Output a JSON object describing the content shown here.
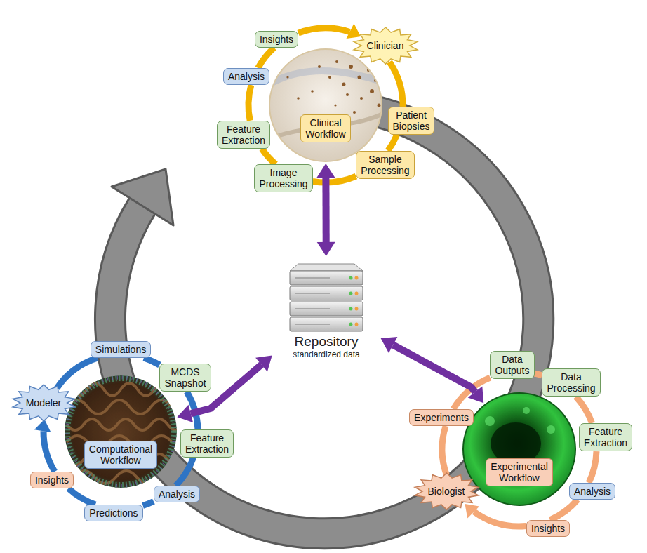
{
  "diagram": {
    "nodes": [
      {
        "text": [
          "Insights"
        ]
      },
      {
        "text": [
          "Clinician"
        ]
      },
      {
        "text": [
          "Analysis"
        ]
      },
      {
        "text": [
          "Patient Biopsies"
        ]
      },
      {
        "text": [
          "Feature Extraction"
        ]
      },
      {
        "text": [
          "Clinical Workflow"
        ]
      },
      {
        "text": [
          "Image Processing"
        ]
      },
      {
        "text": [
          "Sample Processing"
        ]
      },
      {
        "text": [
          "Repository",
          "standardized data"
        ]
      },
      {
        "text": [
          "Simulations"
        ]
      },
      {
        "text": [
          "Modeler"
        ]
      },
      {
        "text": [
          "MCDS Snapshot"
        ]
      },
      {
        "text": [
          "Feature Extraction"
        ]
      },
      {
        "text": [
          "Computational Workflow"
        ]
      },
      {
        "text": [
          "Insights"
        ]
      },
      {
        "text": [
          "Analysis"
        ]
      },
      {
        "text": [
          "Predictions"
        ]
      },
      {
        "text": [
          "Data Outputs"
        ]
      },
      {
        "text": [
          "Data Processing"
        ]
      },
      {
        "text": [
          "Experiments"
        ]
      },
      {
        "text": [
          "Feature Extraction"
        ]
      },
      {
        "text": [
          "Biologist"
        ]
      },
      {
        "text": [
          "Experimental Workflow"
        ]
      },
      {
        "text": [
          "Analysis"
        ]
      },
      {
        "text": [
          "Insights"
        ]
      }
    ],
    "edges": [
      {
        "from": 1,
        "to": 3,
        "arrow": "none"
      },
      {
        "from": 3,
        "to": 7,
        "arrow": "none"
      },
      {
        "from": 7,
        "to": 6,
        "arrow": "none"
      },
      {
        "from": 6,
        "to": 4,
        "arrow": "none"
      },
      {
        "from": 4,
        "to": 2,
        "arrow": "none"
      },
      {
        "from": 2,
        "to": 0,
        "arrow": "none"
      },
      {
        "from": 0,
        "to": 1,
        "arrow": "to"
      },
      {
        "from": 10,
        "to": 9,
        "arrow": "none"
      },
      {
        "from": 9,
        "to": 11,
        "arrow": "none"
      },
      {
        "from": 11,
        "to": 12,
        "arrow": "none"
      },
      {
        "from": 12,
        "to": 15,
        "arrow": "none"
      },
      {
        "from": 15,
        "to": 16,
        "arrow": "none"
      },
      {
        "from": 16,
        "to": 14,
        "arrow": "none"
      },
      {
        "from": 14,
        "to": 10,
        "arrow": "to"
      },
      {
        "from": 21,
        "to": 19,
        "arrow": "none"
      },
      {
        "from": 19,
        "to": 17,
        "arrow": "none"
      },
      {
        "from": 17,
        "to": 18,
        "arrow": "none"
      },
      {
        "from": 18,
        "to": 20,
        "arrow": "none"
      },
      {
        "from": 20,
        "to": 23,
        "arrow": "none"
      },
      {
        "from": 23,
        "to": 24,
        "arrow": "none"
      },
      {
        "from": 24,
        "to": 21,
        "arrow": "to"
      },
      {
        "from": 8,
        "to": 5,
        "arrow": "both"
      },
      {
        "from": 8,
        "to": 13,
        "arrow": "both"
      },
      {
        "from": 8,
        "to": 22,
        "arrow": "both"
      }
    ]
  }
}
